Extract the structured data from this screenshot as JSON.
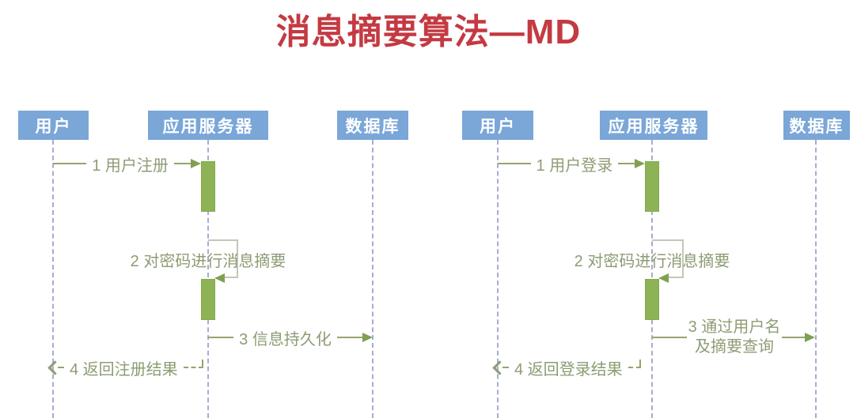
{
  "title": "消息摘要算法—MD",
  "colors": {
    "title": "#c43a42",
    "actor_box": "#7aa6d8",
    "actor_text": "#ffffff",
    "activation_bar": "#8db356",
    "message_line": "#97a46b",
    "message_text": "#8d9c74",
    "arrowhead": "#7fa052",
    "lifeline": "#a6accf",
    "self_call_bracket": "#c6c6b8",
    "background": "#ffffff"
  },
  "diagrams": [
    {
      "actors": [
        {
          "label": "用户"
        },
        {
          "label": "应用服务器"
        },
        {
          "label": "数据库"
        }
      ],
      "messages": [
        {
          "text": "1 用户注册",
          "from": "用户",
          "to": "应用服务器",
          "style": "solid"
        },
        {
          "text": "2 对密码进行消息摘要",
          "from": "应用服务器",
          "to": "应用服务器",
          "style": "self"
        },
        {
          "text": "3 信息持久化",
          "from": "应用服务器",
          "to": "数据库",
          "style": "solid"
        },
        {
          "text": "4 返回注册结果",
          "from": "应用服务器",
          "to": "用户",
          "style": "dashed-return"
        }
      ]
    },
    {
      "actors": [
        {
          "label": "用户"
        },
        {
          "label": "应用服务器"
        },
        {
          "label": "数据库"
        }
      ],
      "messages": [
        {
          "text": "1 用户登录",
          "from": "用户",
          "to": "应用服务器",
          "style": "solid"
        },
        {
          "text": "2 对密码进行消息摘要",
          "from": "应用服务器",
          "to": "应用服务器",
          "style": "self"
        },
        {
          "text": "3 通过用户名及摘要查询",
          "lines": [
            "3 通过用户名",
            "及摘要查询"
          ],
          "from": "应用服务器",
          "to": "数据库",
          "style": "solid"
        },
        {
          "text": "4 返回登录结果",
          "from": "应用服务器",
          "to": "用户",
          "style": "dashed-return"
        }
      ]
    }
  ]
}
